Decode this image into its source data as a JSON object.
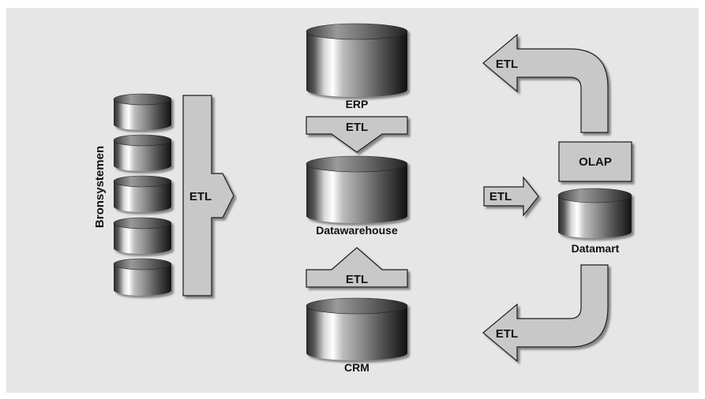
{
  "diagram": {
    "source_systems_label": "Bronsystemen",
    "etl_label": "ETL",
    "erp_label": "ERP",
    "datawarehouse_label": "Datawarehouse",
    "crm_label": "CRM",
    "olap_label": "OLAP",
    "datamart_label": "Datamart"
  },
  "colors": {
    "background_panel": "#e6e6e6",
    "arrow_fill": "#c8c8c8",
    "outline": "#1a1a1a",
    "shadow": "#8c8c8c"
  }
}
